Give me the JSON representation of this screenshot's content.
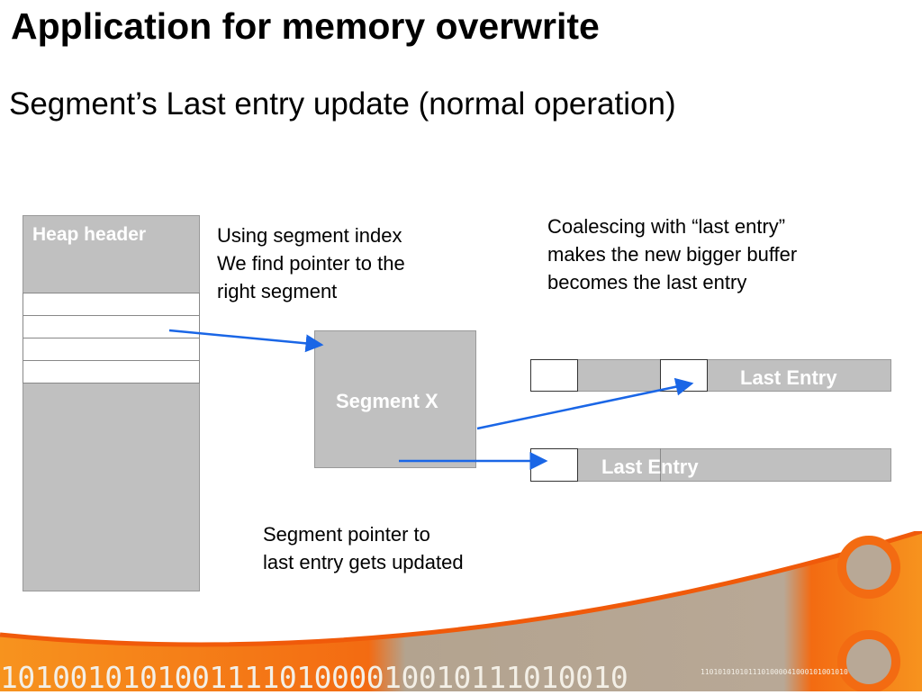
{
  "title": "Application for memory overwrite",
  "subtitle": "Segment’s Last entry update (normal operation)",
  "heap": {
    "header_label": "Heap header"
  },
  "notes": {
    "segment_index": [
      "Using segment index",
      "We find pointer to the",
      "right segment"
    ],
    "coalescing": [
      "Coalescing with “last entry”",
      "makes the new bigger buffer",
      "becomes the last entry"
    ],
    "pointer_update": [
      "Segment pointer to",
      "last entry gets updated"
    ]
  },
  "segment": {
    "label": "Segment X"
  },
  "buffers": {
    "top_label": "Last Entry",
    "bottom_label": "Last Entry"
  },
  "footer": {
    "binary_large": "101001010100111101000010010111010010",
    "binary_small": "1101010101011101000041000101001010"
  },
  "colors": {
    "arrow": "#1a66e6",
    "orange": "#f36b12",
    "gray": "#c0c0c0"
  }
}
